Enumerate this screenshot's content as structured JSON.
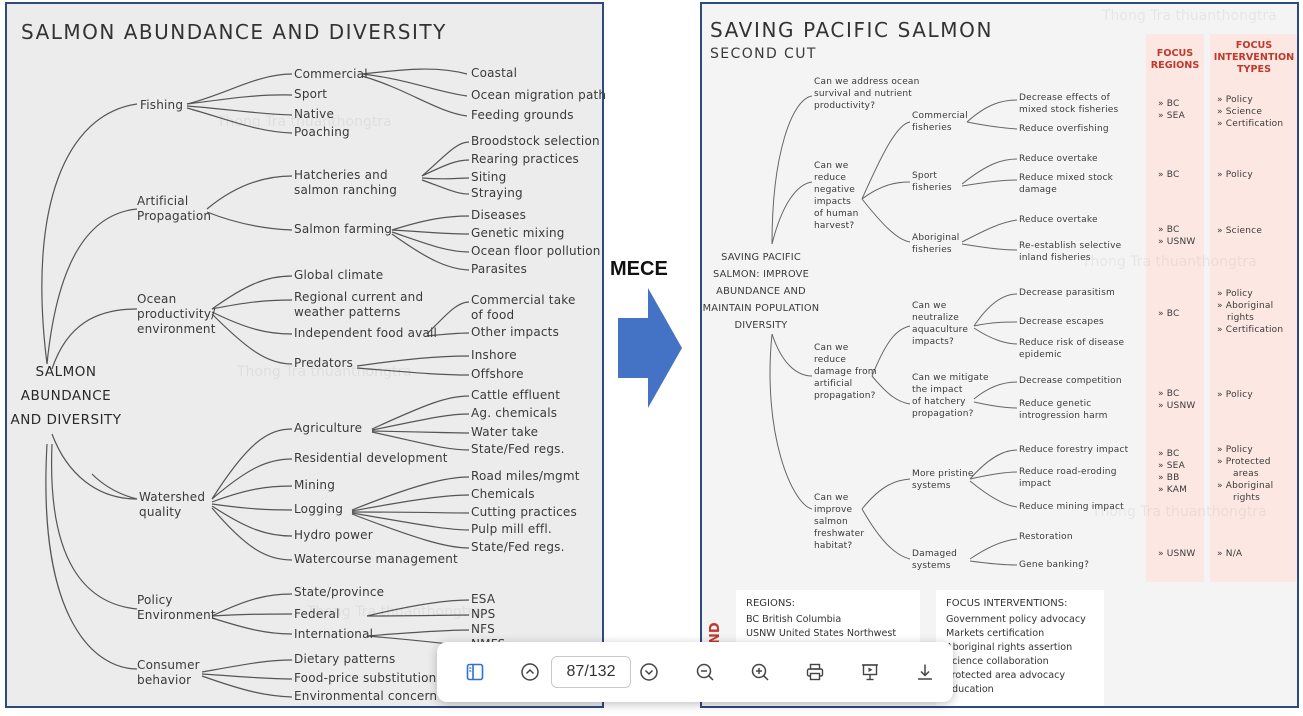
{
  "left_page": {
    "title": "SALMON ABUNDANCE AND DIVERSITY",
    "root": [
      "SALMON",
      "ABUNDANCE",
      "AND DIVERSITY"
    ],
    "branches": [
      {
        "label": "Fishing",
        "children": [
          "Commercial",
          "Sport",
          "Native",
          "Poaching"
        ],
        "leaves": [
          "Coastal",
          "Ocean migration path",
          "Feeding grounds"
        ]
      },
      {
        "label": "Artificial Propagation",
        "children": [
          "Hatcheries and salmon ranching",
          "Salmon farming"
        ],
        "leaves_hatch": [
          "Broodstock selection",
          "Rearing practices",
          "Siting",
          "Straying"
        ],
        "leaves_farm": [
          "Diseases",
          "Genetic mixing",
          "Ocean floor pollution",
          "Parasites"
        ]
      },
      {
        "label": "Ocean productivity/ environment",
        "children": [
          "Global climate",
          "Regional current and weather patterns",
          "Independent food avail",
          "Predators"
        ],
        "leaves_food": [
          "Commercial take of food",
          "Other impacts"
        ],
        "leaves_pred": [
          "Inshore",
          "Offshore"
        ]
      },
      {
        "label": "Watershed quality",
        "children": [
          "Agriculture",
          "Residential development",
          "Mining",
          "Logging",
          "Hydro power",
          "Watercourse management"
        ],
        "leaves_ag": [
          "Cattle effluent",
          "Ag. chemicals",
          "Water take",
          "State/Fed regs."
        ],
        "leaves_log": [
          "Road miles/mgmt",
          "Chemicals",
          "Cutting practices",
          "Pulp mill effl.",
          "State/Fed regs."
        ]
      },
      {
        "label": "Policy Environment",
        "children": [
          "State/province",
          "Federal",
          "International"
        ],
        "leaves": [
          "ESA",
          "NPS",
          "NFS",
          "NMFS"
        ]
      },
      {
        "label": "Consumer behavior",
        "children": [
          "Dietary patterns",
          "Food-price substitution",
          "Environmental concern"
        ]
      }
    ]
  },
  "mece_label": "MECE",
  "right_page": {
    "title": "SAVING PACIFIC SALMON",
    "subtitle": "SECOND CUT",
    "root": [
      "SAVING PACIFIC",
      "SALMON: IMPROVE",
      "ABUNDANCE AND",
      "MAINTAIN POPULATION",
      "DIVERSITY"
    ],
    "col_regions": [
      "FOCUS",
      "REGIONS"
    ],
    "col_types": [
      "FOCUS",
      "INTERVENTION",
      "TYPES"
    ],
    "q1": [
      "Can we address ocean",
      "survival and nutrient",
      "productivity?"
    ],
    "q2": [
      "Can we",
      "reduce",
      "negative",
      "impacts",
      "of human",
      "harvest?"
    ],
    "q3": [
      "Can we",
      "reduce",
      "damage from",
      "artificial",
      "propagation?"
    ],
    "q4": [
      "Can we",
      "improve",
      "salmon",
      "freshwater",
      "habitat?"
    ],
    "q2_subs": [
      [
        "Commercial",
        "fisheries"
      ],
      [
        "Sport",
        "fisheries"
      ],
      [
        "Aboriginal",
        "fisheries"
      ]
    ],
    "q3_subs": [
      [
        "Can we",
        "neutralize",
        "aquaculture",
        "impacts?"
      ],
      [
        "Can we mitigate",
        "the impact",
        "of hatchery",
        "propagation?"
      ]
    ],
    "q4_subs": [
      [
        "More pristine",
        "systems"
      ],
      [
        "Damaged",
        "systems"
      ]
    ],
    "actions": [
      [
        "Decrease effects of",
        "mixed stock fisheries"
      ],
      [
        "Reduce overfishing"
      ],
      [
        "Reduce overtake"
      ],
      [
        "Reduce mixed stock",
        "damage"
      ],
      [
        "Reduce overtake"
      ],
      [
        "Re-establish selective",
        "inland fisheries"
      ],
      [
        "Decrease parasitism"
      ],
      [
        "Decrease escapes"
      ],
      [
        "Reduce risk of disease",
        "epidemic"
      ],
      [
        "Decrease competition"
      ],
      [
        "Reduce genetic",
        "introgression harm"
      ],
      [
        "Reduce forestry impact"
      ],
      [
        "Reduce road-eroding",
        "impact"
      ],
      [
        "Reduce mining impact"
      ],
      [
        "Restoration"
      ],
      [
        "Gene banking?"
      ]
    ],
    "regions_rows": [
      [
        "» BC",
        "» SEA"
      ],
      [
        "» BC"
      ],
      [
        "» BC",
        "» USNW"
      ],
      [
        "» BC"
      ],
      [
        "» BC",
        "» USNW"
      ],
      [
        "» BC",
        "» SEA",
        "» BB",
        "» KAM"
      ],
      [
        "» USNW"
      ]
    ],
    "types_rows": [
      [
        "» Policy",
        "» Science",
        "» Certification"
      ],
      [
        "» Policy"
      ],
      [
        "» Science"
      ],
      [
        "» Policy",
        "» Aboriginal",
        "rights",
        "» Certification"
      ],
      [
        "» Policy"
      ],
      [
        "» Policy",
        "» Protected",
        "areas",
        "» Aboriginal",
        "rights"
      ],
      [
        "» N/A"
      ]
    ],
    "legend_regions": {
      "head": "REGIONS:",
      "rows": [
        "BC    British Columbia",
        "USNW  United States Northwest"
      ]
    },
    "legend_focus": {
      "head": "FOCUS INTERVENTIONS:",
      "rows": [
        "Government policy advocacy",
        "Markets certification",
        "Aboriginal rights assertion",
        "Science collaboration",
        "Protected area advocacy",
        "Education"
      ]
    },
    "side_label": "ND"
  },
  "toolbar": {
    "page_indicator": "87/132"
  },
  "watermark": "Thong Tra thuanthongtra"
}
